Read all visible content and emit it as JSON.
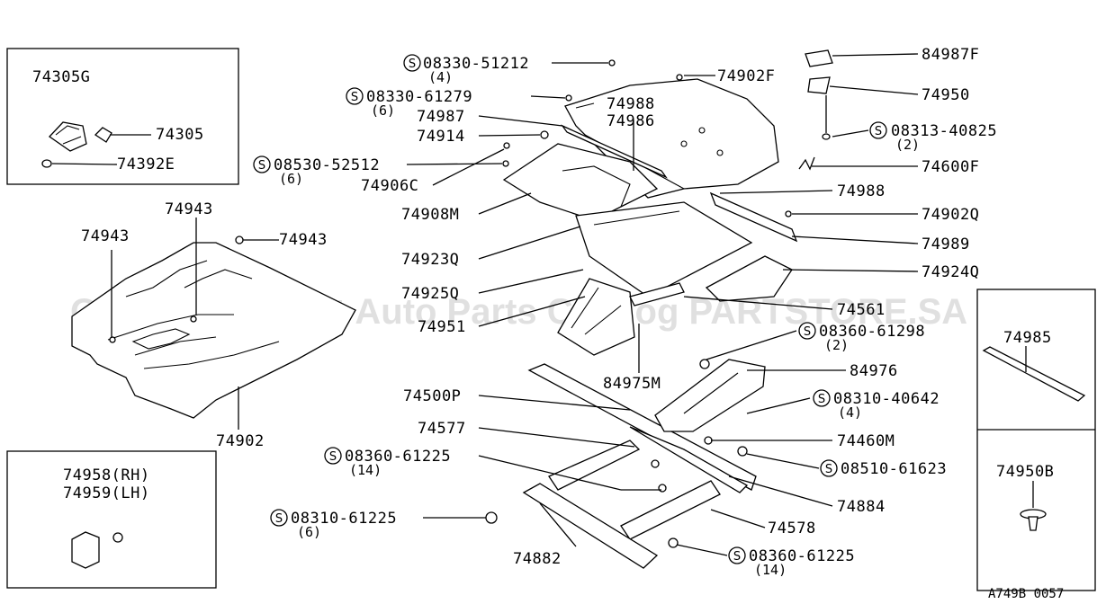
{
  "diagram": {
    "watermark": "Offers Merchant Auto Parts Catalog PARTSTORE.SA",
    "reference_code": "A749B 0057",
    "inset_boxes": [
      {
        "name": "inset-top-left",
        "labels": [
          "74305G",
          "74305",
          "74392E"
        ]
      },
      {
        "name": "inset-bottom-left",
        "labels": [
          "74958(RH)",
          "74959(LH)"
        ]
      },
      {
        "name": "inset-right-top",
        "labels": [
          "74985"
        ]
      },
      {
        "name": "inset-right-bottom",
        "labels": [
          "74950B"
        ]
      }
    ],
    "labels": {
      "p74305G": "74305G",
      "p74305": "74305",
      "p74392E": "74392E",
      "p74943a": "74943",
      "p74943b": "74943",
      "p74943c": "74943",
      "p74902": "74902",
      "p74958": "74958(RH)",
      "p74959": "74959(LH)",
      "b08330_51212": "08330-51212",
      "q08330_51212": "(4)",
      "b08330_61279": "08330-61279",
      "q08330_61279": "(6)",
      "p74987": "74987",
      "p74914": "74914",
      "b08530_52512": "08530-52512",
      "q08530_52512": "(6)",
      "p74906C": "74906C",
      "p74908M": "74908M",
      "p74923Q": "74923Q",
      "p74925Q": "74925Q",
      "p74951": "74951",
      "p74988a": "74988",
      "p74986": "74986",
      "p74902F": "74902F",
      "p84987F": "84987F",
      "p74950": "74950",
      "b08313_40825": "08313-40825",
      "q08313_40825": "(2)",
      "p74600F": "74600F",
      "p74988b": "74988",
      "p74902Q": "74902Q",
      "p74989": "74989",
      "p74924Q": "74924Q",
      "p74561": "74561",
      "p84975M": "84975M",
      "b08360_61298": "08360-61298",
      "q08360_61298": "(2)",
      "p84976": "84976",
      "p74500P": "74500P",
      "b08310_40642": "08310-40642",
      "q08310_40642": "(4)",
      "p74577": "74577",
      "p74460M": "74460M",
      "b08360_61225a": "08360-61225",
      "q08360_61225a": "(14)",
      "b08510_61623": "08510-61623",
      "p74884": "74884",
      "b08310_61225": "08310-61225",
      "q08310_61225": "(6)",
      "p74578": "74578",
      "p74882": "74882",
      "b08360_61225b": "08360-61225",
      "q08360_61225b": "(14)",
      "p74985": "74985",
      "p74950B": "74950B"
    },
    "screw_symbol": "S"
  }
}
